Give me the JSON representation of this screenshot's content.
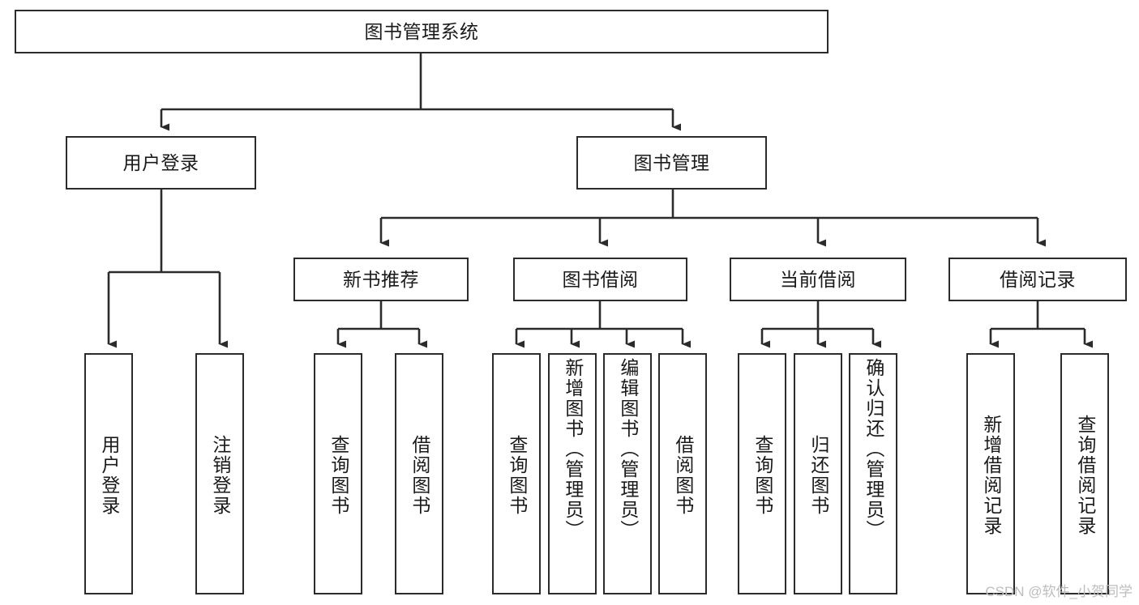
{
  "diagram": {
    "title": "图书管理系统",
    "type": "function-structure-tree",
    "colors": {
      "box_border": "#2b2b2b",
      "box_fill": "#ffffff",
      "connector": "#2b2b2b",
      "text": "#1a1a1a",
      "watermark": "#bdbdbd",
      "background": "#ffffff"
    },
    "root": {
      "label": "图书管理系统"
    },
    "level2": [
      {
        "label": "用户登录"
      },
      {
        "label": "图书管理"
      }
    ],
    "level3": [
      {
        "label": "新书推荐"
      },
      {
        "label": "图书借阅"
      },
      {
        "label": "当前借阅"
      },
      {
        "label": "借阅记录"
      }
    ],
    "leaves": {
      "user_login": [
        {
          "label": "用户登录"
        },
        {
          "label": "注销登录"
        }
      ],
      "new_book_recommend": [
        {
          "label": "查询图书"
        },
        {
          "label": "借阅图书"
        }
      ],
      "book_borrow": [
        {
          "label": "查询图书"
        },
        {
          "label": "新增图书（管理员）"
        },
        {
          "label": "编辑图书（管理员）"
        },
        {
          "label": "借阅图书"
        }
      ],
      "current_borrow": [
        {
          "label": "查询图书"
        },
        {
          "label": "归还图书"
        },
        {
          "label": "确认归还（管理员）"
        }
      ],
      "borrow_record": [
        {
          "label": "新增借阅记录"
        },
        {
          "label": "查询借阅记录"
        }
      ]
    }
  },
  "watermark": {
    "text": "CSDN @软件_小贺同学"
  }
}
